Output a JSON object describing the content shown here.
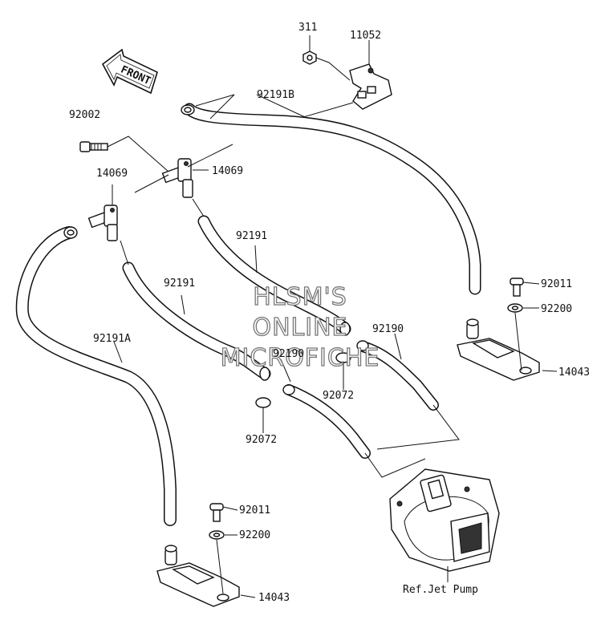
{
  "watermark": {
    "line1": "HLSM'S",
    "line2": "ONLINE",
    "line3": "MICROFICHE"
  },
  "front_marker": "FRONT",
  "part_labels": {
    "p311": "311",
    "p11052": "11052",
    "p92191B": "92191B",
    "p92002": "92002",
    "p14069_left": "14069",
    "p14069_right": "14069",
    "p92191_upper": "92191",
    "p92191_lower": "92191",
    "p92191A": "92191A",
    "p92011_right": "92011",
    "p92200_right": "92200",
    "p14043_right": "14043",
    "p92190_right": "92190",
    "p92190_left": "92190",
    "p92072_right": "92072",
    "p92072_left": "92072",
    "p92011_left": "92011",
    "p92200_left": "92200",
    "p14043_left": "14043",
    "ref_jet_pump": "Ref.Jet Pump"
  }
}
